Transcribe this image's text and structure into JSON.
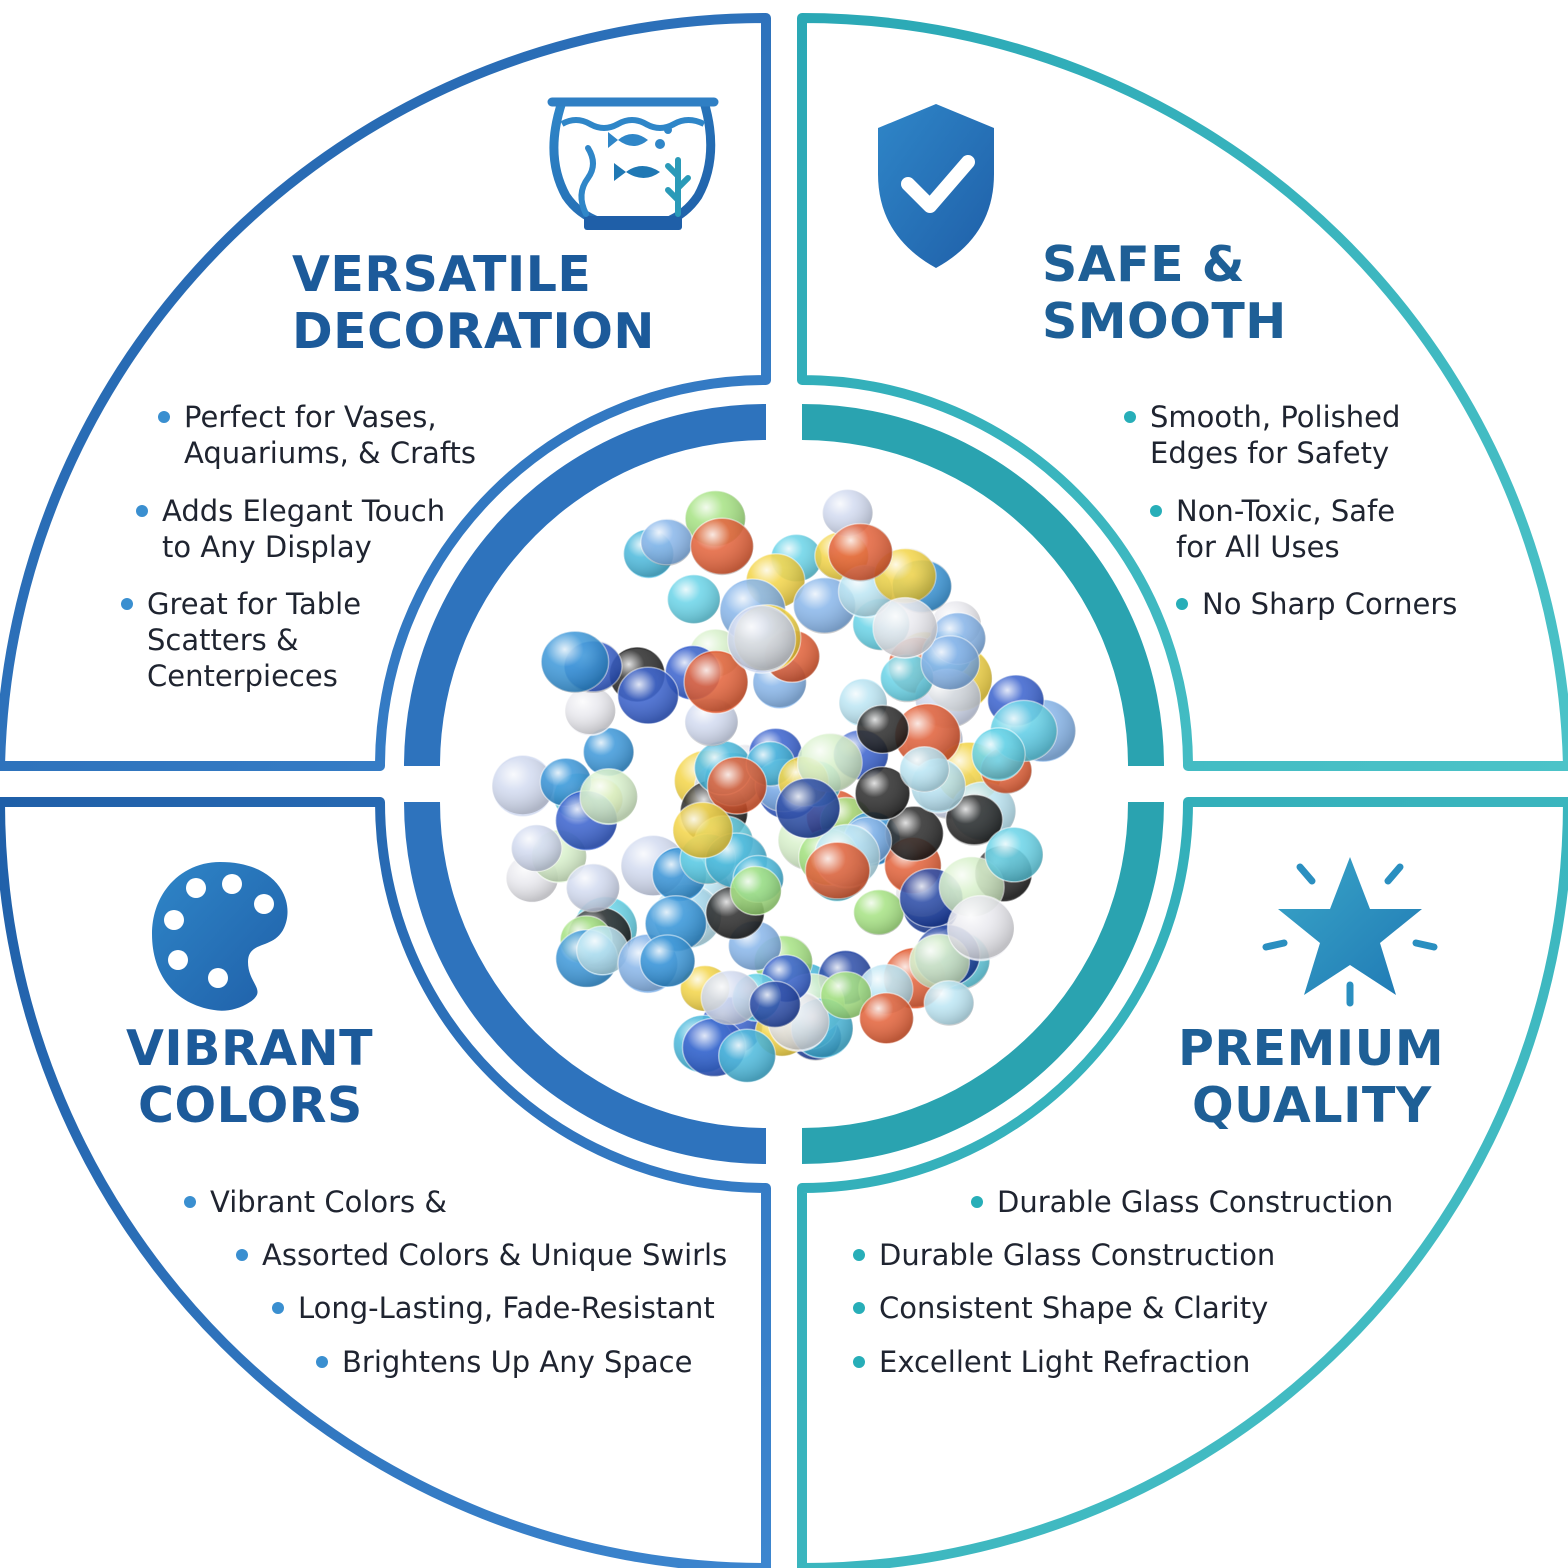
{
  "colors": {
    "blue_dark": "#1f5fa8",
    "blue_mid": "#3d86cf",
    "teal": "#2aa8b5",
    "teal_light": "#4cc3c8",
    "title_blue": "#1c5a9a",
    "text_dark": "#1f2430"
  },
  "center_image": {
    "icon": "glass-marbles-photo"
  },
  "quadrants": {
    "top_left": {
      "icon": "fishbowl-icon",
      "title_lines": [
        "VERSATILE",
        "DECORATION"
      ],
      "bullets": [
        [
          "Perfect for Vases,",
          "Aquariums, & Crafts"
        ],
        [
          "Adds Elegant Touch",
          "to Any Display"
        ],
        [
          "Great for Table",
          "Scatters &",
          "Centerpieces"
        ]
      ]
    },
    "top_right": {
      "icon": "shield-check-icon",
      "title_lines": [
        "SAFE &",
        "SMOOTH"
      ],
      "bullets": [
        [
          "Smooth, Polished",
          "Edges for Safety"
        ],
        [
          "Non-Toxic, Safe",
          "for All Uses"
        ],
        [
          "No Sharp Corners"
        ]
      ]
    },
    "bottom_left": {
      "icon": "palette-icon",
      "title_lines": [
        "VIBRANT",
        "COLORS"
      ],
      "bullets": [
        "Vibrant Colors &",
        "Assorted Colors & Unique Swirls",
        "Long-Lasting, Fade-Resistant",
        "Brightens Up Any Space"
      ]
    },
    "bottom_right": {
      "icon": "star-icon",
      "title_lines": [
        "PREMIUM",
        "QUALITY"
      ],
      "bullets": [
        "Durable Glass Construction",
        "Durable Glass Construction",
        "Consistent Shape & Clarity",
        "Excellent Light Refraction"
      ]
    }
  }
}
